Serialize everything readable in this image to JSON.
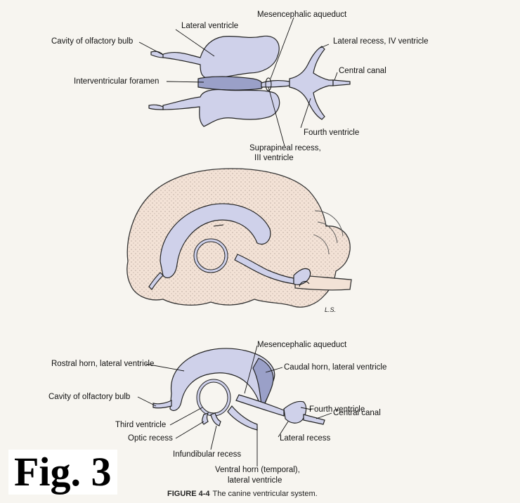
{
  "figure_label": "Fig. 3",
  "caption": {
    "number": "FIGURE 4-4",
    "text": "The canine ventricular system."
  },
  "top_diagram": {
    "labels": {
      "lateral_ventricle": "Lateral ventricle",
      "mesencephalic_aqueduct": "Mesencephalic aqueduct",
      "cavity_olfactory_bulb": "Cavity of olfactory bulb",
      "lateral_recess_iv": "Lateral recess, IV ventricle",
      "central_canal": "Central canal",
      "interventricular_foramen": "Interventricular foramen",
      "fourth_ventricle": "Fourth ventricle",
      "suprapineal_recess_line1": "Suprapineal recess,",
      "suprapineal_recess_line2": "III ventricle"
    }
  },
  "middle_diagram": {
    "signature": "L.S."
  },
  "bottom_diagram": {
    "labels": {
      "mesencephalic_aqueduct": "Mesencephalic aqueduct",
      "rostral_horn": "Rostral horn, lateral ventricle",
      "caudal_horn": "Caudal horn, lateral ventricle",
      "cavity_olfactory_bulb": "Cavity of olfactory bulb",
      "fourth_ventricle": "Fourth ventricle",
      "central_canal": "Central canal",
      "third_ventricle": "Third ventricle",
      "optic_recess": "Optic recess",
      "lateral_recess": "Lateral recess",
      "infundibular_recess": "Infundibular recess",
      "ventral_horn_line1": "Ventral horn (temporal),",
      "ventral_horn_line2": "lateral ventricle"
    }
  }
}
